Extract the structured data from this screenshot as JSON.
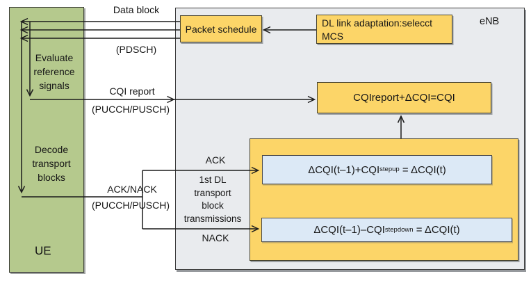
{
  "ue_panel": {
    "label": "UE",
    "evaluate_note": "Evaluate\nreference\nsignals",
    "decode_note": "Decode\ntransport\nblocks"
  },
  "enb_panel": {
    "label": "eNB"
  },
  "boxes": {
    "packet_schedule": {
      "label": "Packet schedule"
    },
    "dl_link_adaptation": {
      "label": "DL link adaptation:selecct\nMCS"
    },
    "cqi_sum": {
      "label": "CQIreport+ΔCQI=CQI"
    },
    "cqi_stepup": {
      "pre": "ΔCQI(t–1)+CQI",
      "sub": "stepup",
      "post": " = ΔCQI(t)"
    },
    "cqi_stepdown": {
      "pre": "ΔCQI(t–1)–CQI",
      "sub": "stepdown",
      "post": " = ΔCQI(t)"
    }
  },
  "flow_labels": {
    "data_block": "Data block",
    "pdsch": "(PDSCH)",
    "cqi_report": "CQI report",
    "pucch_pusch_cqi": "(PUCCH/PUSCH)",
    "ack_nack": "ACK/NACK",
    "pucch_pusch_ack": "(PUCCH/PUSCH)",
    "ack": "ACK",
    "first_dl_note": "1st DL\ntransport\nblock\ntransmissions",
    "nack": "NACK"
  },
  "colors": {
    "ue_fill": "#b5c98d",
    "enb_fill": "#e9ebee",
    "process_fill": "#fcd568",
    "formula_fill": "#dce9f6",
    "line": "#1c1c1c"
  }
}
